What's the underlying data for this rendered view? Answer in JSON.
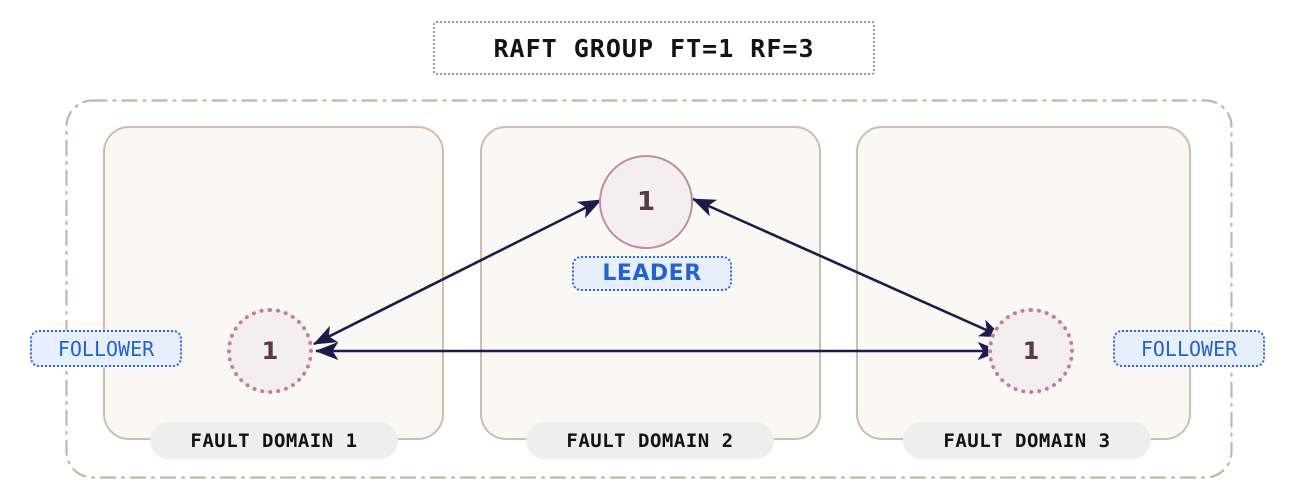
{
  "title": {
    "text": "RAFT GROUP FT=1 RF=3"
  },
  "colors": {
    "page_background": "#ffffff",
    "group_boundary": "#cbb3a3",
    "fault_domain_border": "#d6bba9",
    "fault_domain_fill": "#faf8f5",
    "fault_domain_label_fill": "#eeeeee",
    "node_fill": "#f5eef1",
    "leader_node_border": "#bf8da0",
    "follower_node_border": "#bf7f99",
    "node_text": "#5c3a45",
    "badge_fill": "#e7effc",
    "badge_border": "#2f66d8",
    "badge_text": "#2462cd",
    "arrow": "#1e1b4b",
    "title_border": "#9a9a9a",
    "title_text": "#141414"
  },
  "fault_domains": [
    {
      "label": "FAULT DOMAIN 1"
    },
    {
      "label": "FAULT DOMAIN 2"
    },
    {
      "label": "FAULT DOMAIN 3"
    }
  ],
  "nodes": [
    {
      "id": "follower-1",
      "value": "1",
      "role": "FOLLOWER",
      "fault_domain": "FAULT DOMAIN 1",
      "border_style": "dotted"
    },
    {
      "id": "leader",
      "value": "1",
      "role": "LEADER",
      "fault_domain": "FAULT DOMAIN 2",
      "border_style": "solid"
    },
    {
      "id": "follower-3",
      "value": "1",
      "role": "FOLLOWER",
      "fault_domain": "FAULT DOMAIN 3",
      "border_style": "dotted"
    }
  ],
  "connections": [
    {
      "from": "follower-1",
      "to": "leader",
      "direction": "bidirectional"
    },
    {
      "from": "leader",
      "to": "follower-3",
      "direction": "bidirectional"
    },
    {
      "from": "follower-1",
      "to": "follower-3",
      "direction": "bidirectional"
    }
  ]
}
